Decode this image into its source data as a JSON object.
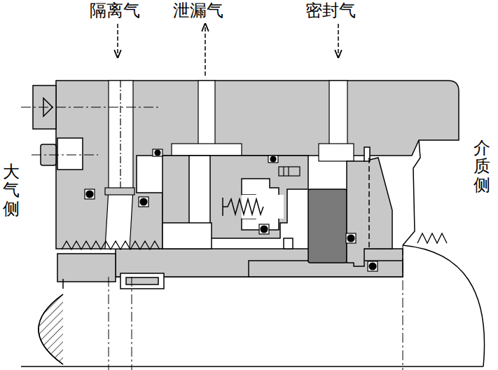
{
  "diagram": {
    "labels": [
      "隔离气",
      "泄漏气",
      "密封气",
      "大气侧",
      "介质侧"
    ]
  }
}
